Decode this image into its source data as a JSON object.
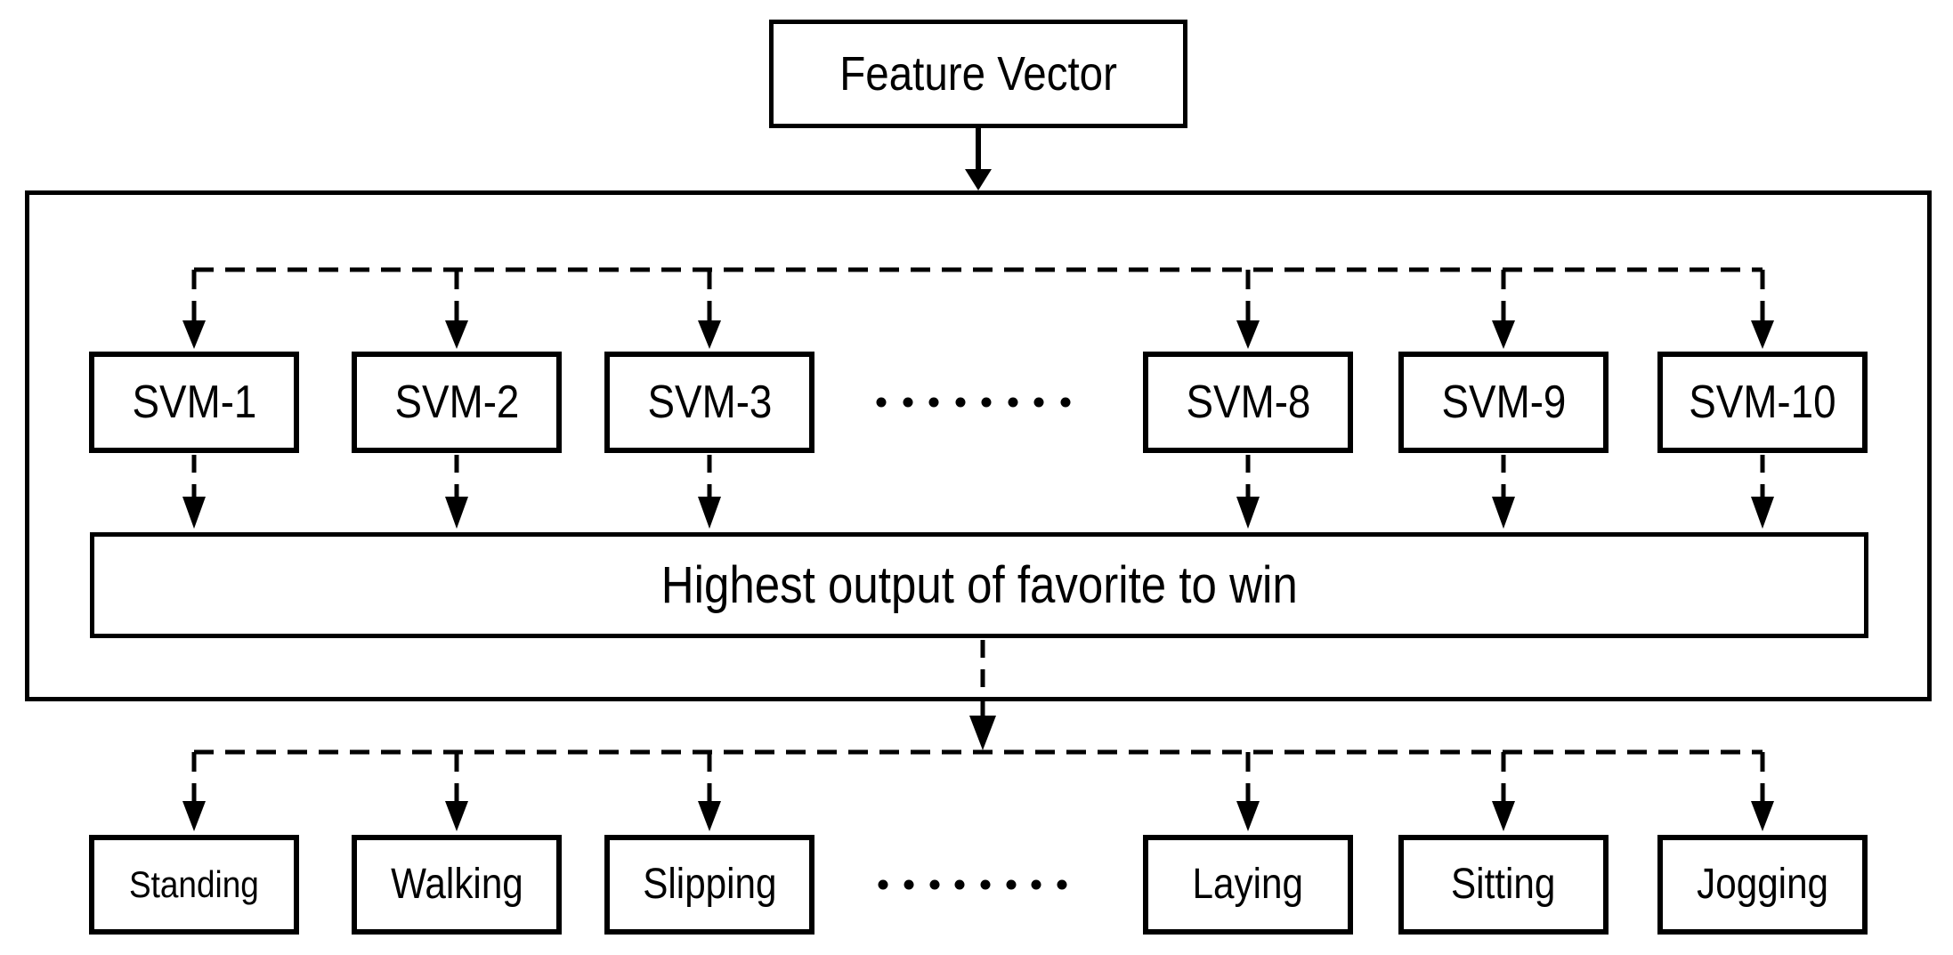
{
  "diagram": {
    "colors": {
      "line": "#000000",
      "background": "#ffffff"
    },
    "feature_box": "Feature Vector",
    "svm_row": [
      "SVM-1",
      "SVM-2",
      "SVM-3",
      "SVM-8",
      "SVM-9",
      "SVM-10"
    ],
    "svm_row_ellipsis": "........",
    "decision_box": "Highest output of favorite to win",
    "output_row": [
      "Standing",
      "Walking",
      "Slipping",
      "Laying",
      "Sitting",
      "Jogging"
    ],
    "output_row_ellipsis": "........"
  }
}
